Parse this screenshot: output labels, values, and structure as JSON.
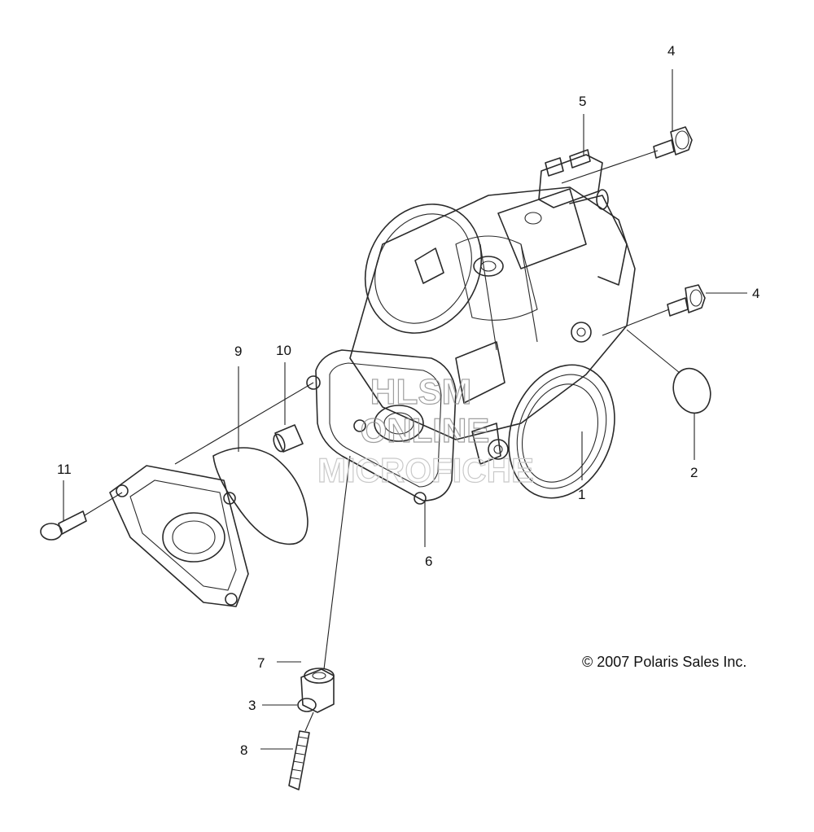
{
  "watermark": {
    "line1": "HLSM",
    "line2": "ONLINE",
    "line3": "MICROFICHE"
  },
  "copyright": "© 2007 Polaris Sales Inc.",
  "callouts": [
    {
      "id": "c1",
      "label": "1"
    },
    {
      "id": "c2",
      "label": "2"
    },
    {
      "id": "c3",
      "label": "3"
    },
    {
      "id": "c4a",
      "label": "4"
    },
    {
      "id": "c4b",
      "label": "4"
    },
    {
      "id": "c5",
      "label": "5"
    },
    {
      "id": "c6",
      "label": "6"
    },
    {
      "id": "c7",
      "label": "7"
    },
    {
      "id": "c8",
      "label": "8"
    },
    {
      "id": "c9",
      "label": "9"
    },
    {
      "id": "c10",
      "label": "10"
    },
    {
      "id": "c11",
      "label": "11"
    }
  ],
  "colors": {
    "line": "#2a2a2a",
    "watermark": "#8e8e8e",
    "background": "#ffffff"
  }
}
